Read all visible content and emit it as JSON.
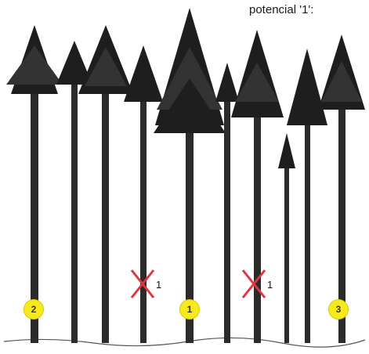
{
  "caption": "potencial '1':",
  "badges": [
    {
      "label": "2"
    },
    {
      "label": "1"
    },
    {
      "label": "3"
    }
  ],
  "removal_marks": [
    {
      "label": "1"
    },
    {
      "label": "1"
    }
  ],
  "colors": {
    "badge_fill": "#f7ea1c",
    "cross": "#e0343f",
    "ink": "#1e1e1e"
  }
}
